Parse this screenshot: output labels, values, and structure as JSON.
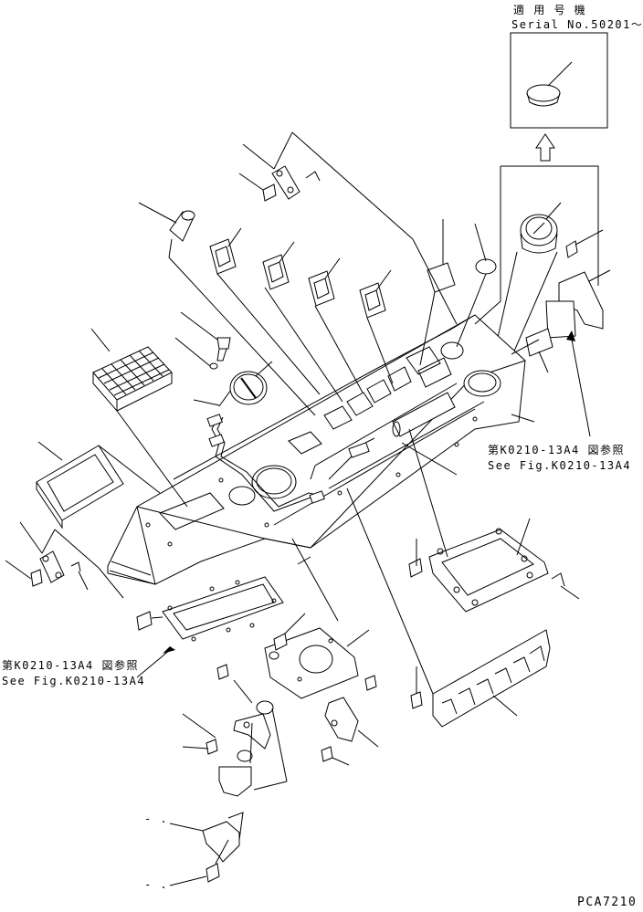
{
  "labels": {
    "applicable_jp": "適 用 号 機",
    "serial_no": "Serial No.50201～",
    "ref_right_jp": "第K0210-13A4 図参照",
    "ref_right_en": "See Fig.K0210-13A4",
    "ref_left_jp": "第K0210-13A4 図参照",
    "ref_left_en": "See Fig.K0210-13A4",
    "drawing_no": "PCA7210",
    "dash_1": "-  .",
    "dash_2": "-  ."
  }
}
